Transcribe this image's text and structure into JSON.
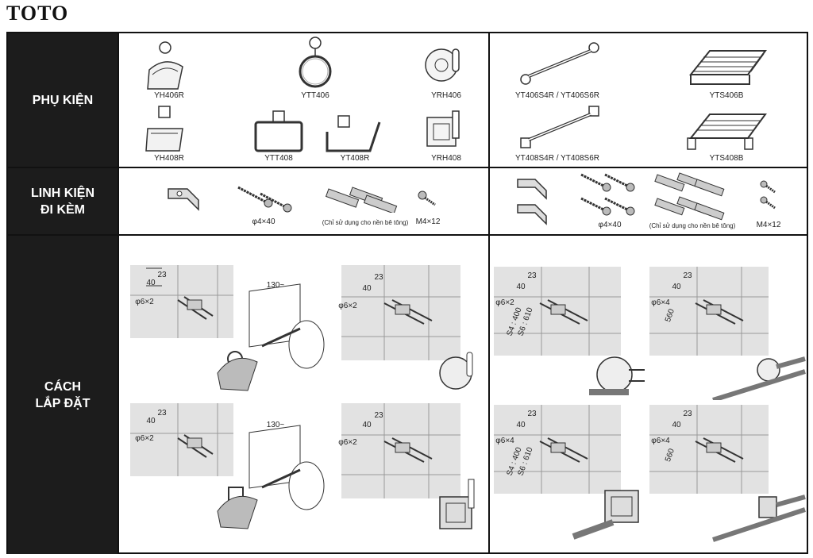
{
  "brand": "TOTO",
  "sections": {
    "accessories": "PHỤ KIỆN",
    "parts_line1": "LINH KIỆN",
    "parts_line2": "ĐI KÈM",
    "install_line1": "CÁCH",
    "install_line2": "LẮP ĐẶT"
  },
  "accessories_left": [
    "YH406R",
    "YTT406",
    "YRH406",
    "YH408R",
    "YTT408",
    "YT408R",
    "YRH408"
  ],
  "accessories_right": [
    "YT406S4R / YT406S6R",
    "YTS406B",
    "YT408S4R / YT408S6R",
    "YTS408B"
  ],
  "parts_left": {
    "screw": "φ4×40",
    "anchor_note": "(Chỉ sử dụng cho nền bê tông)",
    "bolt": "M4×12"
  },
  "parts_right": {
    "screw": "φ4×40",
    "anchor_note": "(Chỉ sử dụng cho nền bê tông)",
    "bolt": "M4×12"
  },
  "dimensions": {
    "d23": "23",
    "d40": "40",
    "d130": "130~",
    "drill_2": "φ6×2",
    "drill_4": "φ6×4",
    "s4": "S4 : 400",
    "s6": "S6 : 610",
    "d560": "560"
  }
}
